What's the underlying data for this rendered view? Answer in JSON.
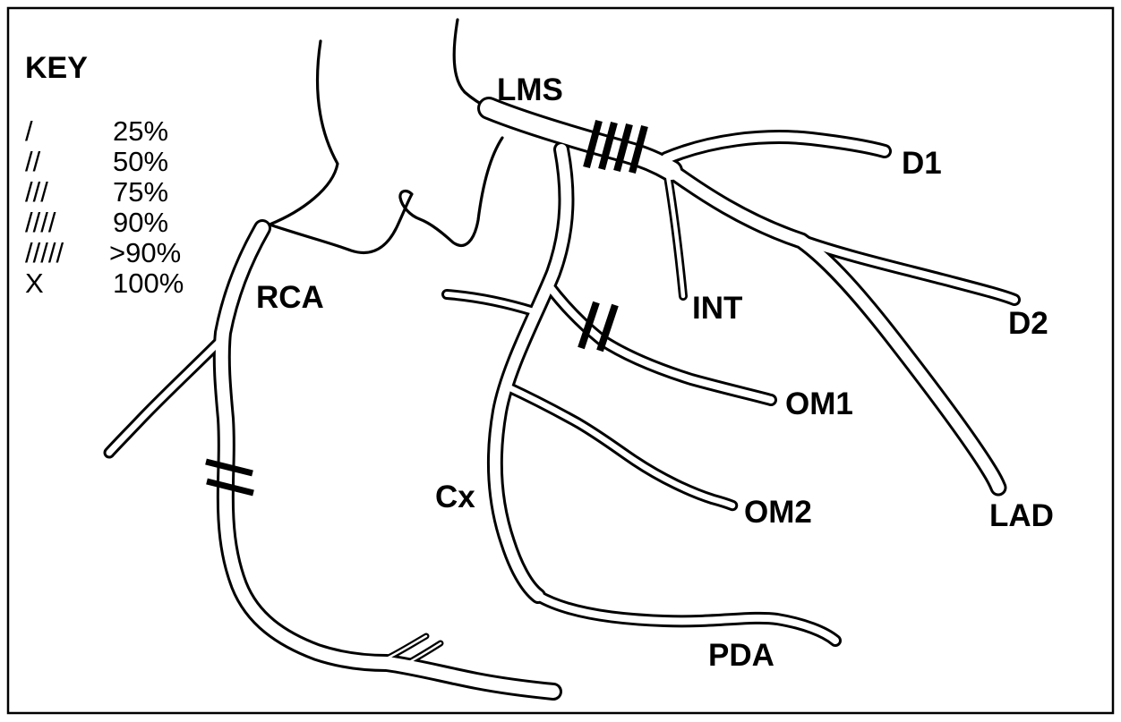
{
  "figure": {
    "background": "#ffffff",
    "line_color": "#000000",
    "key": {
      "title": "KEY",
      "rows": [
        {
          "symbol": "/",
          "value": "25%"
        },
        {
          "symbol": "//",
          "value": "50%"
        },
        {
          "symbol": "///",
          "value": "75%"
        },
        {
          "symbol": "////",
          "value": "90%"
        },
        {
          "symbol": "/////",
          "value": ">90%"
        },
        {
          "symbol": "X",
          "value": "100%"
        }
      ]
    },
    "labels": {
      "lms": "LMS",
      "d1": "D1",
      "d2": "D2",
      "int": "INT",
      "om1": "OM1",
      "om2": "OM2",
      "lad": "LAD",
      "cx": "Cx",
      "rca": "RCA",
      "pda": "PDA"
    },
    "stenoses": [
      {
        "vessel": "LMS",
        "hatch_marks": 4,
        "severity": "90%"
      },
      {
        "vessel": "OM1",
        "hatch_marks": 2,
        "severity": "50%"
      },
      {
        "vessel": "RCA",
        "hatch_marks": 2,
        "severity": "50%"
      }
    ]
  }
}
